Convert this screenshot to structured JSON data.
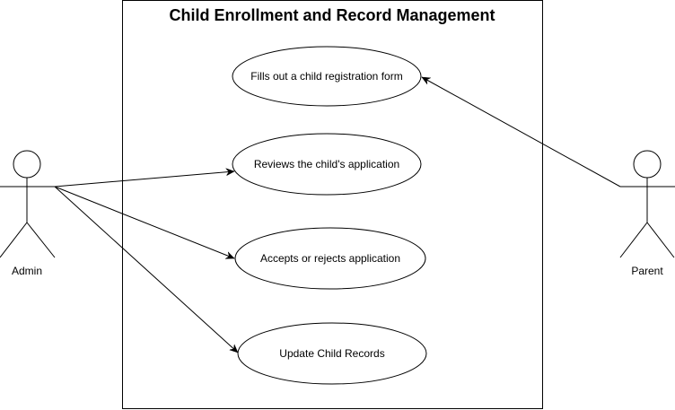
{
  "system": {
    "title": "Child Enrollment and Record Management"
  },
  "actors": {
    "admin": {
      "label": "Admin"
    },
    "parent": {
      "label": "Parent"
    }
  },
  "use_cases": {
    "fill_form": {
      "label": "Fills out a child registration form"
    },
    "review": {
      "label": "Reviews the child's application"
    },
    "accept_reject": {
      "label": "Accepts or rejects application"
    },
    "update_records": {
      "label": "Update Child Records"
    }
  },
  "colors": {
    "stroke": "#000000",
    "background": "#ffffff"
  }
}
